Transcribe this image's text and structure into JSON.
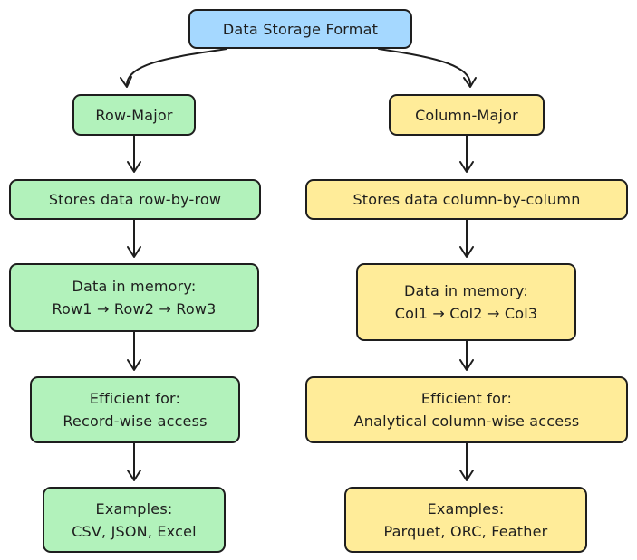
{
  "nodes": {
    "root": "Data Storage Format",
    "row_major": "Row-Major",
    "column_major": "Column-Major",
    "row_stores": "Stores data row-by-row",
    "col_stores": "Stores data column-by-column",
    "row_memory": {
      "line1": "Data in memory:",
      "line2": "Row1 → Row2 → Row3"
    },
    "col_memory": {
      "line1": "Data in memory:",
      "line2": "Col1 → Col2 → Col3"
    },
    "row_efficient": {
      "line1": "Efficient for:",
      "line2": "Record-wise access"
    },
    "col_efficient": {
      "line1": "Efficient for:",
      "line2": "Analytical column-wise access"
    },
    "row_examples": {
      "line1": "Examples:",
      "line2": "CSV, JSON, Excel"
    },
    "col_examples": {
      "line1": "Examples:",
      "line2": "Parquet, ORC, Feather"
    }
  },
  "colors": {
    "root_fill": "#a5d8ff",
    "row_fill": "#b2f2bb",
    "column_fill": "#ffec99",
    "stroke": "#1e1e1e"
  }
}
